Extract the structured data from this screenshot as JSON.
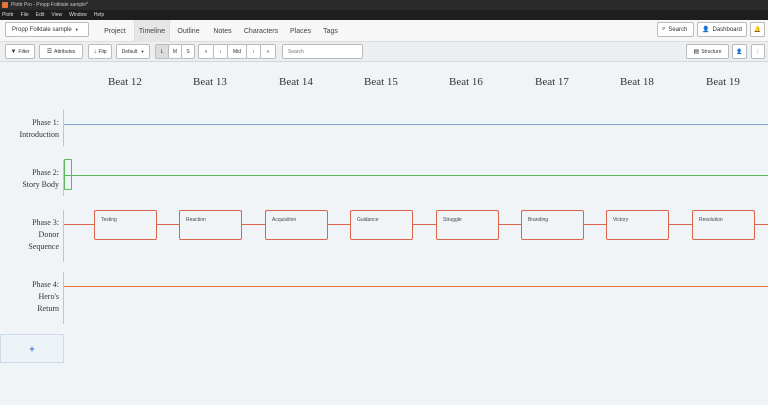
{
  "window": {
    "title": "Plottr Pro - Propp Folktale sample*"
  },
  "menu": [
    "Plottr",
    "File",
    "Edit",
    "View",
    "Window",
    "Help"
  ],
  "nav": {
    "project_select": "Propp Folktale sample",
    "tabs": [
      "Project",
      "Timeline",
      "Outline",
      "Notes",
      "Characters",
      "Places",
      "Tags"
    ],
    "active_tab": "Timeline",
    "search_label": "Search",
    "dashboard_label": "Dashboard"
  },
  "toolbar": {
    "filter": "Filter",
    "attributes": "Attributes",
    "flip": "Flip",
    "default": "Default",
    "sizes": [
      "L",
      "M",
      "S"
    ],
    "selected_size": "L",
    "nav_first": "«",
    "nav_prev": "‹",
    "nav_mid": "Mid",
    "nav_next": "›",
    "nav_last": "»",
    "search_placeholder": "Search",
    "structure": "Structure"
  },
  "beats": [
    "Beat 12",
    "Beat 13",
    "Beat 14",
    "Beat 15",
    "Beat 16",
    "Beat 17",
    "Beat 18",
    "Beat 19"
  ],
  "phases": [
    {
      "lines": [
        "Phase 1:",
        "Introduction"
      ],
      "color": "#7aa6d4"
    },
    {
      "lines": [
        "Phase 2:",
        "Story Body"
      ],
      "color": "#5cb85c"
    },
    {
      "lines": [
        "Phase 3:",
        "Donor",
        "Sequence"
      ],
      "color": "#d9654b"
    },
    {
      "lines": [
        "Phase 4:",
        "Hero's",
        "Return"
      ],
      "color": "#e8743b"
    }
  ],
  "cards": [
    "Testing",
    "Reaction",
    "Acquisition",
    "Guidance",
    "Struggle",
    "Branding",
    "Victory",
    "Resolution"
  ],
  "add_lane_label": "+"
}
